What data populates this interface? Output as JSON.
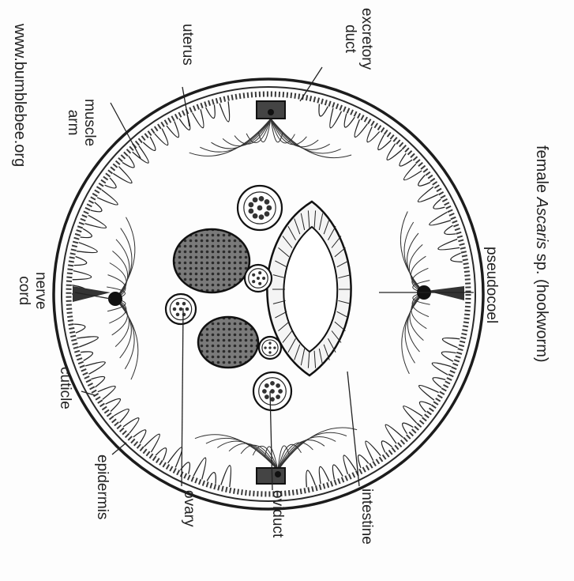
{
  "figure": {
    "watermark": "www.bumblebee.org",
    "caption": {
      "prefix": "female ",
      "genus": "Ascaris",
      "suffix": " sp. (hookworm)"
    },
    "labels": {
      "excretory_duct": [
        "excretory",
        "duct"
      ],
      "uterus": "uterus",
      "muscle_arm": [
        "muscle",
        "arm"
      ],
      "nerve_cord": [
        "nerve",
        "cord"
      ],
      "cuticle": "cuticle",
      "epidermis": "epidermis",
      "ovary": "ovary",
      "oviduct": "oviduct",
      "intestine": "intestine",
      "pseudocoel": "pseudocoel"
    }
  }
}
